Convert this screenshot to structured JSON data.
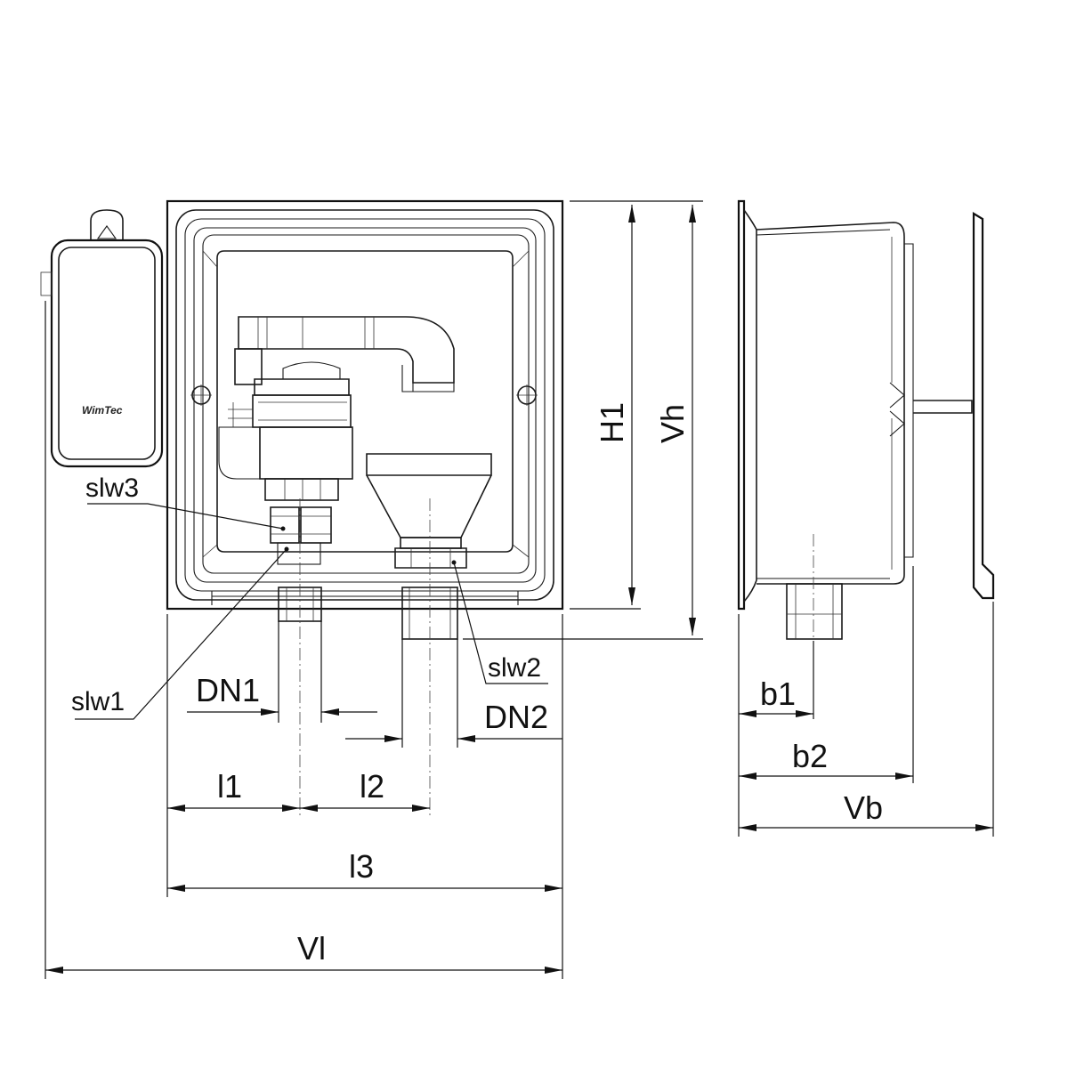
{
  "brand_text": "WimTec",
  "labels": {
    "slw3": "slw3",
    "slw1": "slw1",
    "slw2": "slw2",
    "DN1": "DN1",
    "DN2": "DN2",
    "l1": "l1",
    "l2": "l2",
    "l3": "l3",
    "Vl": "Vl",
    "H1": "H1",
    "Vh": "Vh",
    "b1": "b1",
    "b2": "b2",
    "Vb": "Vb"
  }
}
